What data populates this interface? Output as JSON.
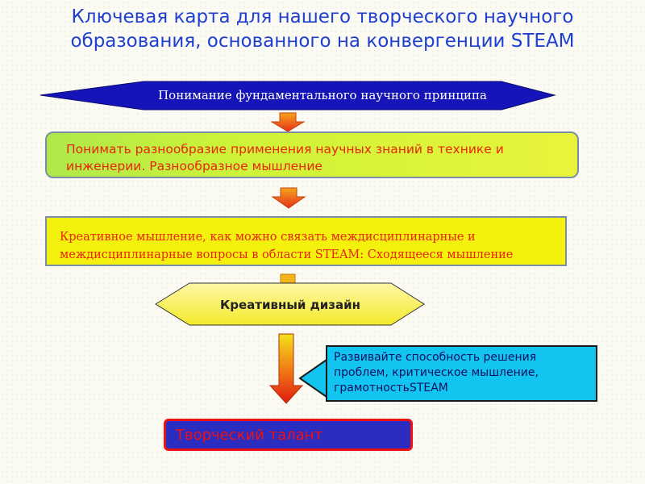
{
  "title": {
    "line1": "Ключевая карта для нашего творческого научного",
    "line2": "образования, основанного на конвергенции STEAM"
  },
  "steps": {
    "understanding": "Понимание фундаментального научного принципа",
    "diversity": "Понимать разнообразие применения научных знаний в технике и инженерии. Разнообразное мышление",
    "convergent": "Креативное мышление, как можно связать междисциплинарные и междисциплинарные вопросы в области STEAM: Сходящееся мышление",
    "creative_design": "Креативный дизайн",
    "skills": "Развивайте способность решения проблем, критическое мышление, грамотностьSTEAM",
    "talent": "Творческий талант"
  },
  "colors": {
    "title": "#1f3fd1",
    "hexagon_blue": "#1414b8",
    "arrow_orange": "#f28b10",
    "arrow_red": "#e01a10",
    "green": "#b8ee3c",
    "yellow": "#f4f10e",
    "cyan": "#12c4f0",
    "talent_blue": "#2a2dbf",
    "text_red": "#e8250c"
  }
}
